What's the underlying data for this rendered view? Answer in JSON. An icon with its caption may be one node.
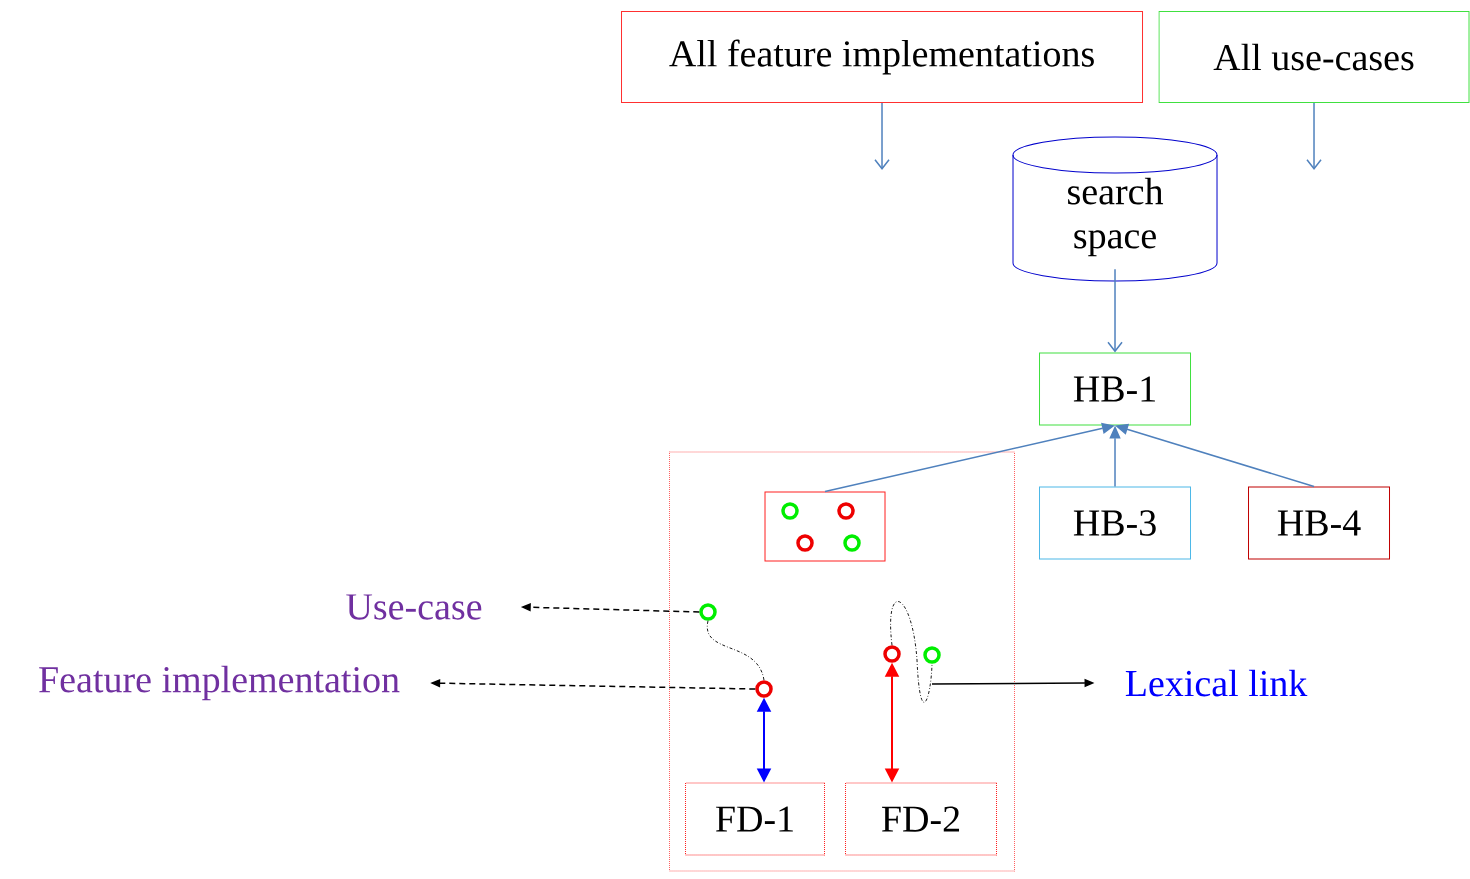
{
  "diagram": {
    "nodes": [
      {
        "text": [
          "All feature implementations"
        ]
      },
      {
        "text": [
          "All use-cases"
        ]
      },
      {
        "text": [
          "search space"
        ]
      },
      {
        "text": [
          "HB-1"
        ]
      },
      {
        "text": [],
        "shape": "box"
      },
      {
        "text": [],
        "shape": "box",
        "in": 4
      },
      {
        "text": [],
        "shape": "circle",
        "in": 5
      },
      {
        "text": [],
        "shape": "circle",
        "in": 5
      },
      {
        "text": [],
        "shape": "circle",
        "in": 5
      },
      {
        "text": [],
        "shape": "circle",
        "in": 5
      },
      {
        "text": [
          "HB-3"
        ]
      },
      {
        "text": [
          "HB-4"
        ]
      },
      {
        "text": [
          "Use-case"
        ]
      },
      {
        "text": [],
        "shape": "circle",
        "in": 4
      },
      {
        "text": [
          "Feature implementation"
        ]
      },
      {
        "text": [],
        "shape": "circle",
        "in": 4
      },
      {
        "text": [],
        "shape": "circle",
        "in": 4
      },
      {
        "text": [],
        "shape": "circle",
        "in": 4
      },
      {
        "text": [
          "Lexical link"
        ]
      },
      {
        "text": [
          "FD-1"
        ],
        "in": 4
      },
      {
        "text": [
          "FD-2"
        ],
        "in": 4
      }
    ],
    "edges": [
      {
        "from": 0,
        "to": null,
        "arrow": "to"
      },
      {
        "from": 1,
        "to": null,
        "arrow": "to"
      },
      {
        "from": 2,
        "to": 3,
        "arrow": "to"
      },
      {
        "from": 5,
        "to": 3,
        "arrow": "to"
      },
      {
        "from": 10,
        "to": 3,
        "arrow": "to"
      },
      {
        "from": 11,
        "to": 3,
        "arrow": "to"
      },
      {
        "from": 13,
        "to": 12,
        "arrow": "to",
        "style": "dashed",
        "color": "#000000"
      },
      {
        "from": 15,
        "to": 14,
        "arrow": "to",
        "style": "dashed",
        "color": "#000000"
      },
      {
        "from": 13,
        "to": 15,
        "arrow": "none",
        "style": "dashed",
        "color": "#000000"
      },
      {
        "from": 16,
        "to": 17,
        "arrow": "none",
        "style": "dashed",
        "color": "#000000"
      },
      {
        "from": null,
        "to": 18,
        "arrow": "to",
        "color": "#000000"
      },
      {
        "from": 15,
        "to": 19,
        "arrow": "both",
        "color": "#0000ff"
      },
      {
        "from": 16,
        "to": 20,
        "arrow": "both",
        "color": "#ff0000"
      }
    ]
  }
}
